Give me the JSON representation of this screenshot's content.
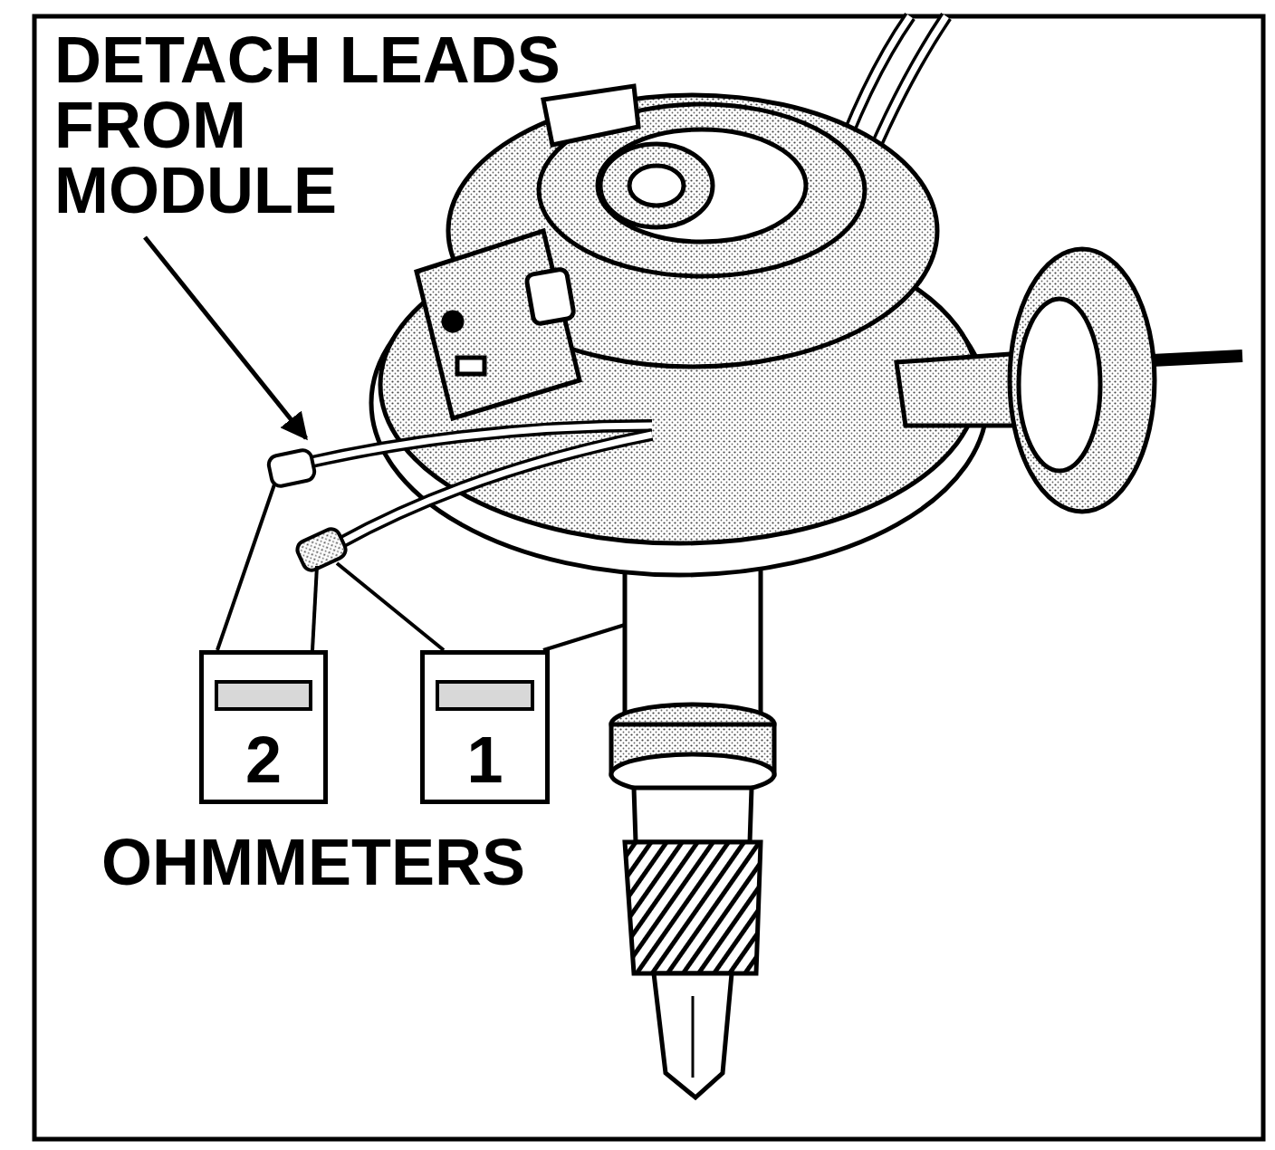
{
  "diagram": {
    "nodes": [
      {
        "text": [
          "2"
        ]
      },
      {
        "text": [
          "1"
        ]
      }
    ],
    "labels": [
      "DETACH LEADS FROM MODULE",
      "OHMMETERS"
    ]
  }
}
